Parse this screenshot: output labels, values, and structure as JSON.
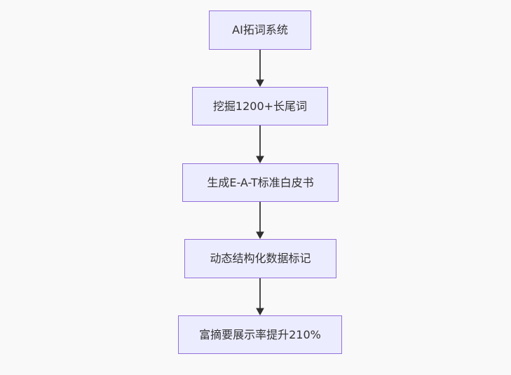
{
  "diagram": {
    "type": "flowchart",
    "direction": "top-down",
    "nodes": [
      {
        "id": "A",
        "label": "AI拓词系统"
      },
      {
        "id": "B",
        "label": "挖掘1200+长尾词"
      },
      {
        "id": "C",
        "label": "生成E-A-T标准白皮书"
      },
      {
        "id": "D",
        "label": "动态结构化数据标记"
      },
      {
        "id": "E",
        "label": "富摘要展示率提升210%"
      }
    ],
    "edges": [
      {
        "from": "A",
        "to": "B"
      },
      {
        "from": "B",
        "to": "C"
      },
      {
        "from": "C",
        "to": "D"
      },
      {
        "from": "D",
        "to": "E"
      }
    ],
    "colors": {
      "node_fill": "#ECECFF",
      "node_border": "#9370DB",
      "edge_line": "#4a4a4a",
      "arrowhead": "#2f2f2f",
      "text": "#333333",
      "background": "#f9f9f9"
    }
  }
}
